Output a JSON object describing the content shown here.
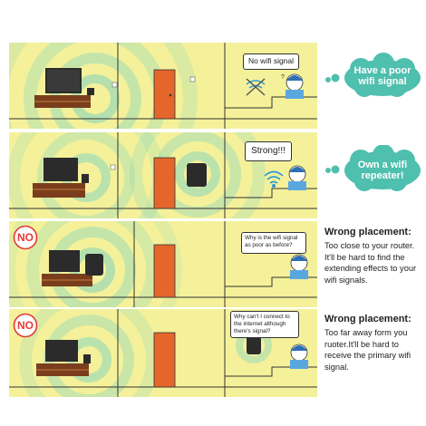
{
  "colors": {
    "panel_bg": "#f4f19a",
    "signal_ring": "#7dd2b9",
    "router_dark": "#2b2b2b",
    "door": "#e5662b",
    "cloud": "#4fbfae",
    "no_red": "#e53935"
  },
  "scenes": [
    {
      "bubble": "No wifi signal",
      "cloud": [
        "Have a poor",
        "wifi signal"
      ]
    },
    {
      "bubble": "Strong!!!",
      "cloud": [
        "Own a wifi",
        "repeater!"
      ]
    },
    {
      "bubble": "Why is the wifi signal as poor as before?",
      "badge": "NO",
      "title": "Wrong placement:",
      "body": "Too close to your router. It'll be hard to find the extending effects  to your wifi signals."
    },
    {
      "bubble": "Why can't I connect to the internet although there's signal?",
      "badge": "NO",
      "title": "Wrong placement:",
      "body": "Too far away form you ruoter.It'll be hard to receive the primary wifi signal."
    }
  ]
}
